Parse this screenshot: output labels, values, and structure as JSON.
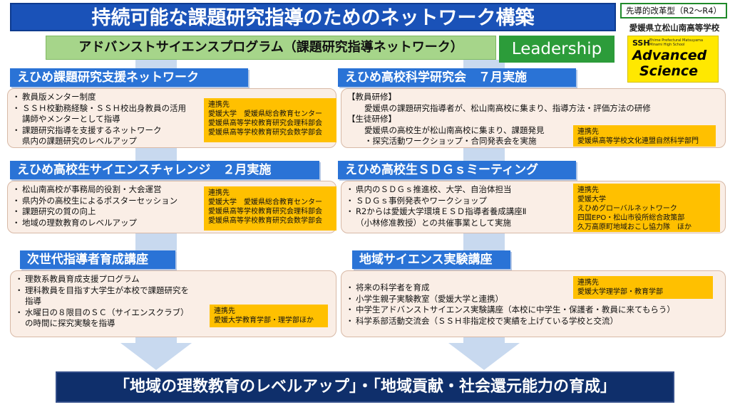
{
  "header": {
    "title": "持続可能な課題研究指導のためのネットワーク構築",
    "tag": "先導的改革型（R2〜R4）",
    "school": "愛媛県立松山南高等学校"
  },
  "logo": {
    "ssh": "SSH",
    "sub": "Ehime Prefectural Matsuyama Minami High School",
    "line1": "Advanced",
    "line2": "Science"
  },
  "program": {
    "title": "アドバンストサイエンスプログラム（課題研究指導ネットワーク）"
  },
  "leadership": "Leadership",
  "sections": {
    "support": {
      "title": "えひめ課題研究支援ネットワーク",
      "items": [
        "教員版メンター制度",
        "ＳＳＨ校勤務経験・ＳＳＨ校出身教員の活用\n講師やメンターとして指導",
        "課題研究指導を支援するネットワーク\n県内の課題研究のレベルアップ"
      ],
      "partner": "連携先\n愛媛大学　愛媛県総合教育センター\n愛媛県高等学校教育研究会理科部会\n愛媛県高等学校教育研究会数学部会"
    },
    "research": {
      "title": "えひめ高校科学研究会　７月実施",
      "line1": "【教員研修】",
      "line2": "愛媛県の課題研究指導者が、松山南高校に集まり、指導方法・評価方法の研修",
      "line3": "【生徒研修】",
      "line4": "愛媛県の高校生が松山南高校に集まり、課題発見\n・探究活動ワークショップ・合同発表会を実施",
      "partner": "連携先\n愛媛県高等学校文化連盟自然科学部門"
    },
    "challenge": {
      "title": "えひめ高校生サイエンスチャレンジ　２月実施",
      "items": [
        "松山南高校が事務局的役割・大会運営",
        "県内外の高校生によるポスターセッション",
        "課題研究の質の向上",
        "地域の理数教育のレベルアップ"
      ],
      "partner": "連携先\n愛媛大学　愛媛県総合教育センター\n愛媛県高等学校教育研究会理科部会\n愛媛県高等学校教育研究会数学部会"
    },
    "sdgs": {
      "title": "えひめ高校生ＳＤＧｓミーティング",
      "items": [
        "県内のＳＤＧｓ推進校、大学、自治体担当",
        "ＳＤＧｓ事例発表やワークショップ",
        "R2からは愛媛大学環境ＥＳＤ指導者養成講座Ⅱ\n（小林修准教授）との共催事業として実施"
      ],
      "partner": "連携先\n愛媛大学\nえひめグローバルネットワーク\n四国EPO・松山市役所総合政策部\n久万高原町地域おこし協力隊　ほか"
    },
    "next_gen": {
      "title": "次世代指導者育成講座",
      "items": [
        "理数系教員育成支援プログラム",
        "理科教員を目指す大学生が本校で課題研究を\n指導",
        "水曜日の８限目のＳＣ（サイエンスクラブ）\nの時間に探究実験を指導"
      ],
      "partner": "連携先\n愛媛大学教育学部・理学部ほか"
    },
    "local_science": {
      "title": "地域サイエンス実験講座",
      "items": [
        "将来の科学者を育成",
        "小学生親子実験教室（愛媛大学と連携）",
        "中学生アドバンストサイエンス実験講座（本校に中学生・保護者・教員に来てもらう）",
        "科学系部活動交流会（ＳＳＨ非指定校で実績を上げている学校と交流）"
      ],
      "partner": "連携先\n愛媛大学理学部・教育学部"
    }
  },
  "footer": "「地域の理数教育のレベルアップ」・「地域貢献・社会還元能力の育成」",
  "colors": {
    "title_bar": "#1a52b8",
    "section_header": "#2a73d6",
    "box_fill": "#faeee6",
    "partner_fill": "#ffc000",
    "program_bar": "#a6d58a",
    "leadership": "#2c9c3a",
    "footer": "#0f2f6b",
    "logo": "#ffe800"
  }
}
